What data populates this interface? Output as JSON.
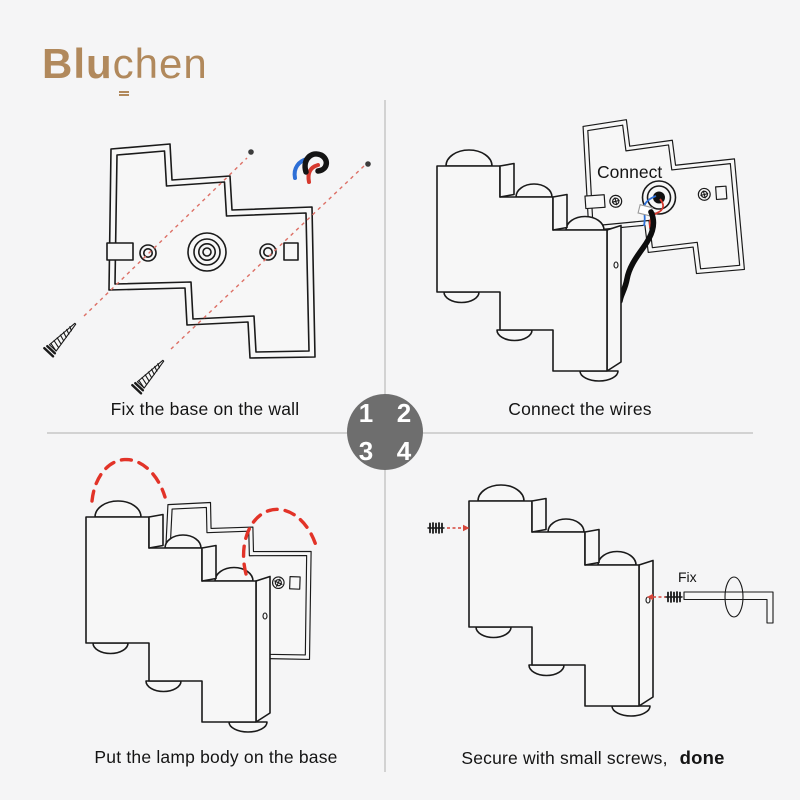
{
  "brand": {
    "bold": "Blu",
    "c": "c",
    "rest": "hen",
    "color": "#b1895c"
  },
  "badge": {
    "numbers": [
      "1",
      "2",
      "3",
      "4"
    ]
  },
  "steps": [
    {
      "number": "1",
      "caption": "Fix the base on the wall"
    },
    {
      "number": "2",
      "caption": "Connect the wires",
      "annotation": "Connect"
    },
    {
      "number": "3",
      "caption": "Put the lamp body on the base"
    },
    {
      "number": "4",
      "caption": "Secure with small screws,",
      "caption_suffix": "done",
      "annotation": "Fix"
    }
  ],
  "colors": {
    "background": "#f5f5f6",
    "outline": "#1a1a1a",
    "divider": "#d2d2d2",
    "badge_gray": "#6e6e6e",
    "accent_red": "#e23328",
    "dashed_red": "#dd7066",
    "wire_blue": "#2e6fd6",
    "wire_red": "#d6392e",
    "brand_tan": "#b1895c"
  }
}
